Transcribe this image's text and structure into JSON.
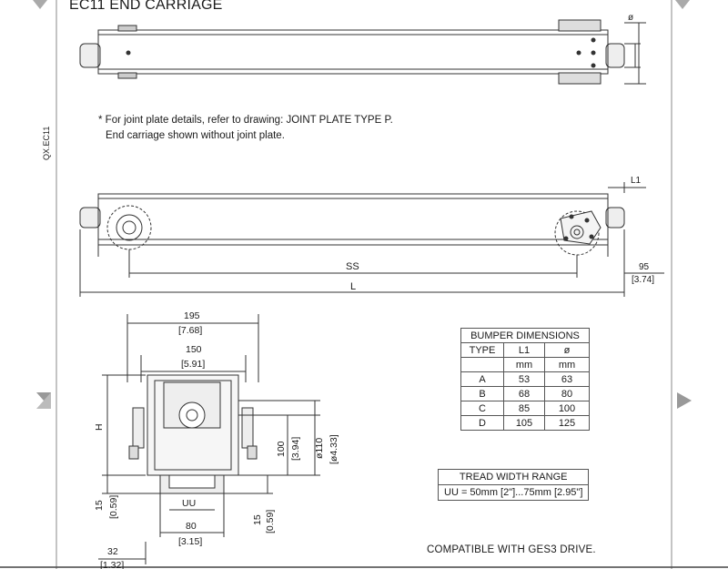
{
  "title": "EC11 END CARRIAGE",
  "side_code": "QX.EC11",
  "notes": {
    "line1": "* For joint plate details, refer to drawing: JOINT PLATE TYPE P.",
    "line2": "End carriage shown without joint plate."
  },
  "dims": {
    "dia_symbol": "ø",
    "l1": "L1",
    "ss": "SS",
    "l": "L",
    "d95": "95",
    "d95_in": "[3.74]",
    "d195": "195",
    "d195_in": "[7.68]",
    "d150": "150",
    "d150_in": "[5.91]",
    "h": "H",
    "d100": "100",
    "d100_in": "[3.94]",
    "d110": "ø110",
    "d110_in": "[ø4.33]",
    "d15": "15",
    "d15_in": "[0.59]",
    "uu": "UU",
    "d80": "80",
    "d80_in": "[3.15]",
    "d15b": "15",
    "d15b_in": "[0.59]",
    "d32": "32",
    "d32_in": "[1.32]"
  },
  "bumper_table": {
    "title": "BUMPER DIMENSIONS",
    "headers": [
      "TYPE",
      "L1",
      "ø"
    ],
    "units": [
      "",
      "mm",
      "mm"
    ],
    "rows": [
      [
        "A",
        "53",
        "63"
      ],
      [
        "B",
        "68",
        "80"
      ],
      [
        "C",
        "85",
        "100"
      ],
      [
        "D",
        "105",
        "125"
      ]
    ]
  },
  "tread": {
    "title": "TREAD WIDTH RANGE",
    "value": "UU = 50mm [2\"]...75mm [2.95\"]"
  },
  "compatibility": "COMPATIBLE WITH GES3 DRIVE."
}
